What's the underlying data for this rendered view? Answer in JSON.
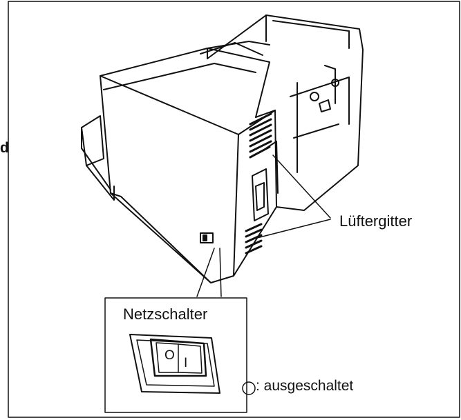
{
  "side_label": "d",
  "labels": {
    "vent_grille": "Lüftergitter",
    "power_switch": "Netzschalter",
    "off_legend": ": ausgeschaltet"
  },
  "switch_marks": {
    "off": "O",
    "on": "I"
  },
  "colors": {
    "line": "#111111",
    "background": "#ffffff"
  }
}
